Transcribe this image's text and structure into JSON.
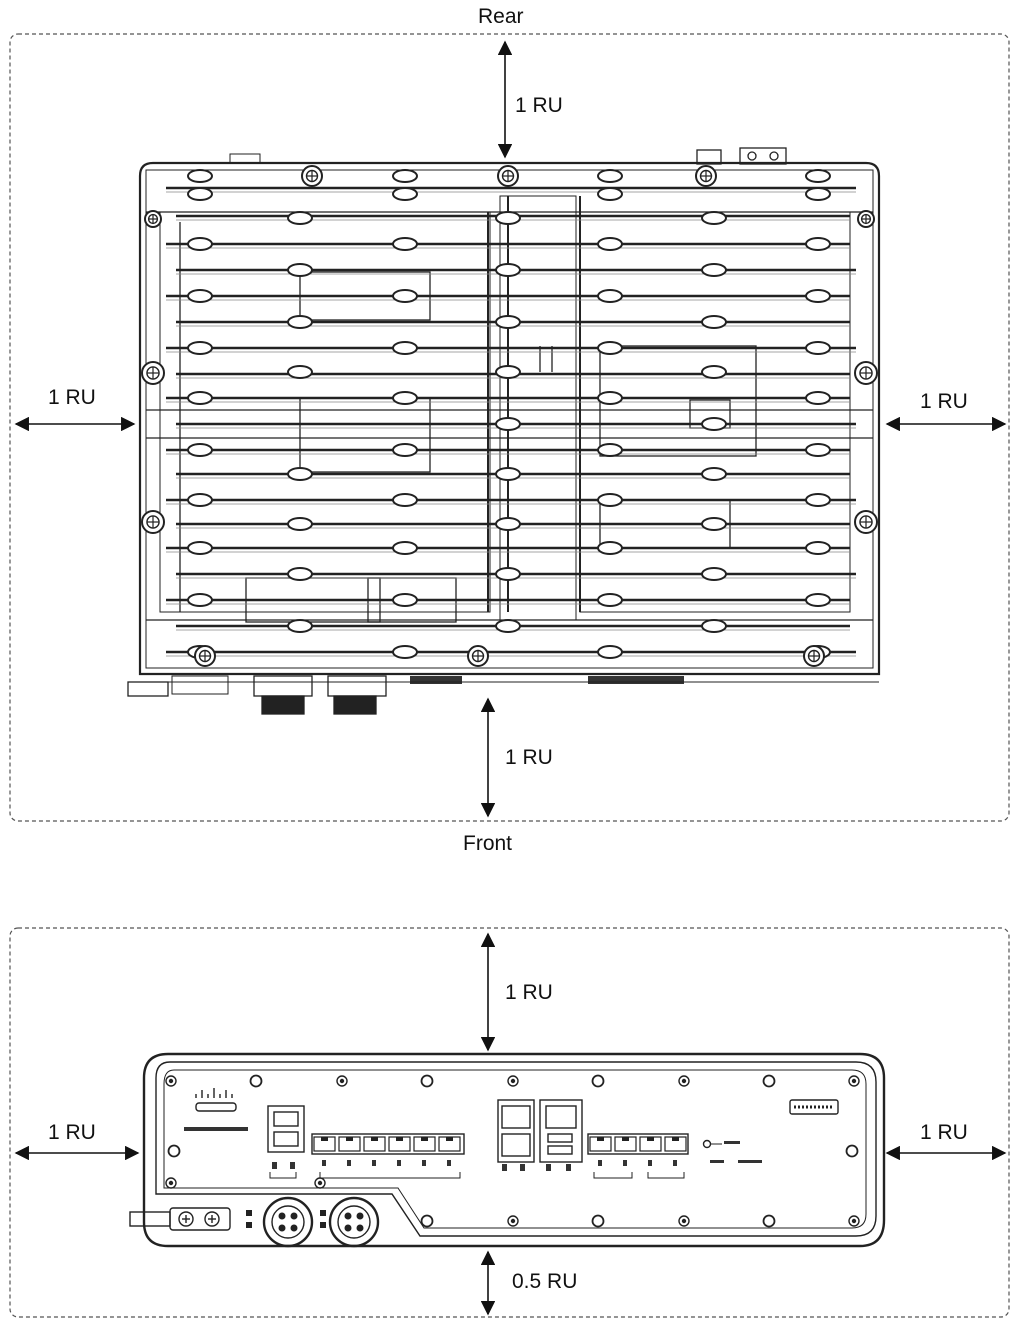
{
  "top_view": {
    "rear_label": "Rear",
    "front_label": "Front",
    "clearance_rear": "1 RU",
    "clearance_left": "1 RU",
    "clearance_right": "1 RU",
    "clearance_front": "1 RU"
  },
  "front_view": {
    "clearance_top": "1 RU",
    "clearance_left": "1 RU",
    "clearance_right": "1 RU",
    "clearance_bottom": "0.5 RU"
  }
}
